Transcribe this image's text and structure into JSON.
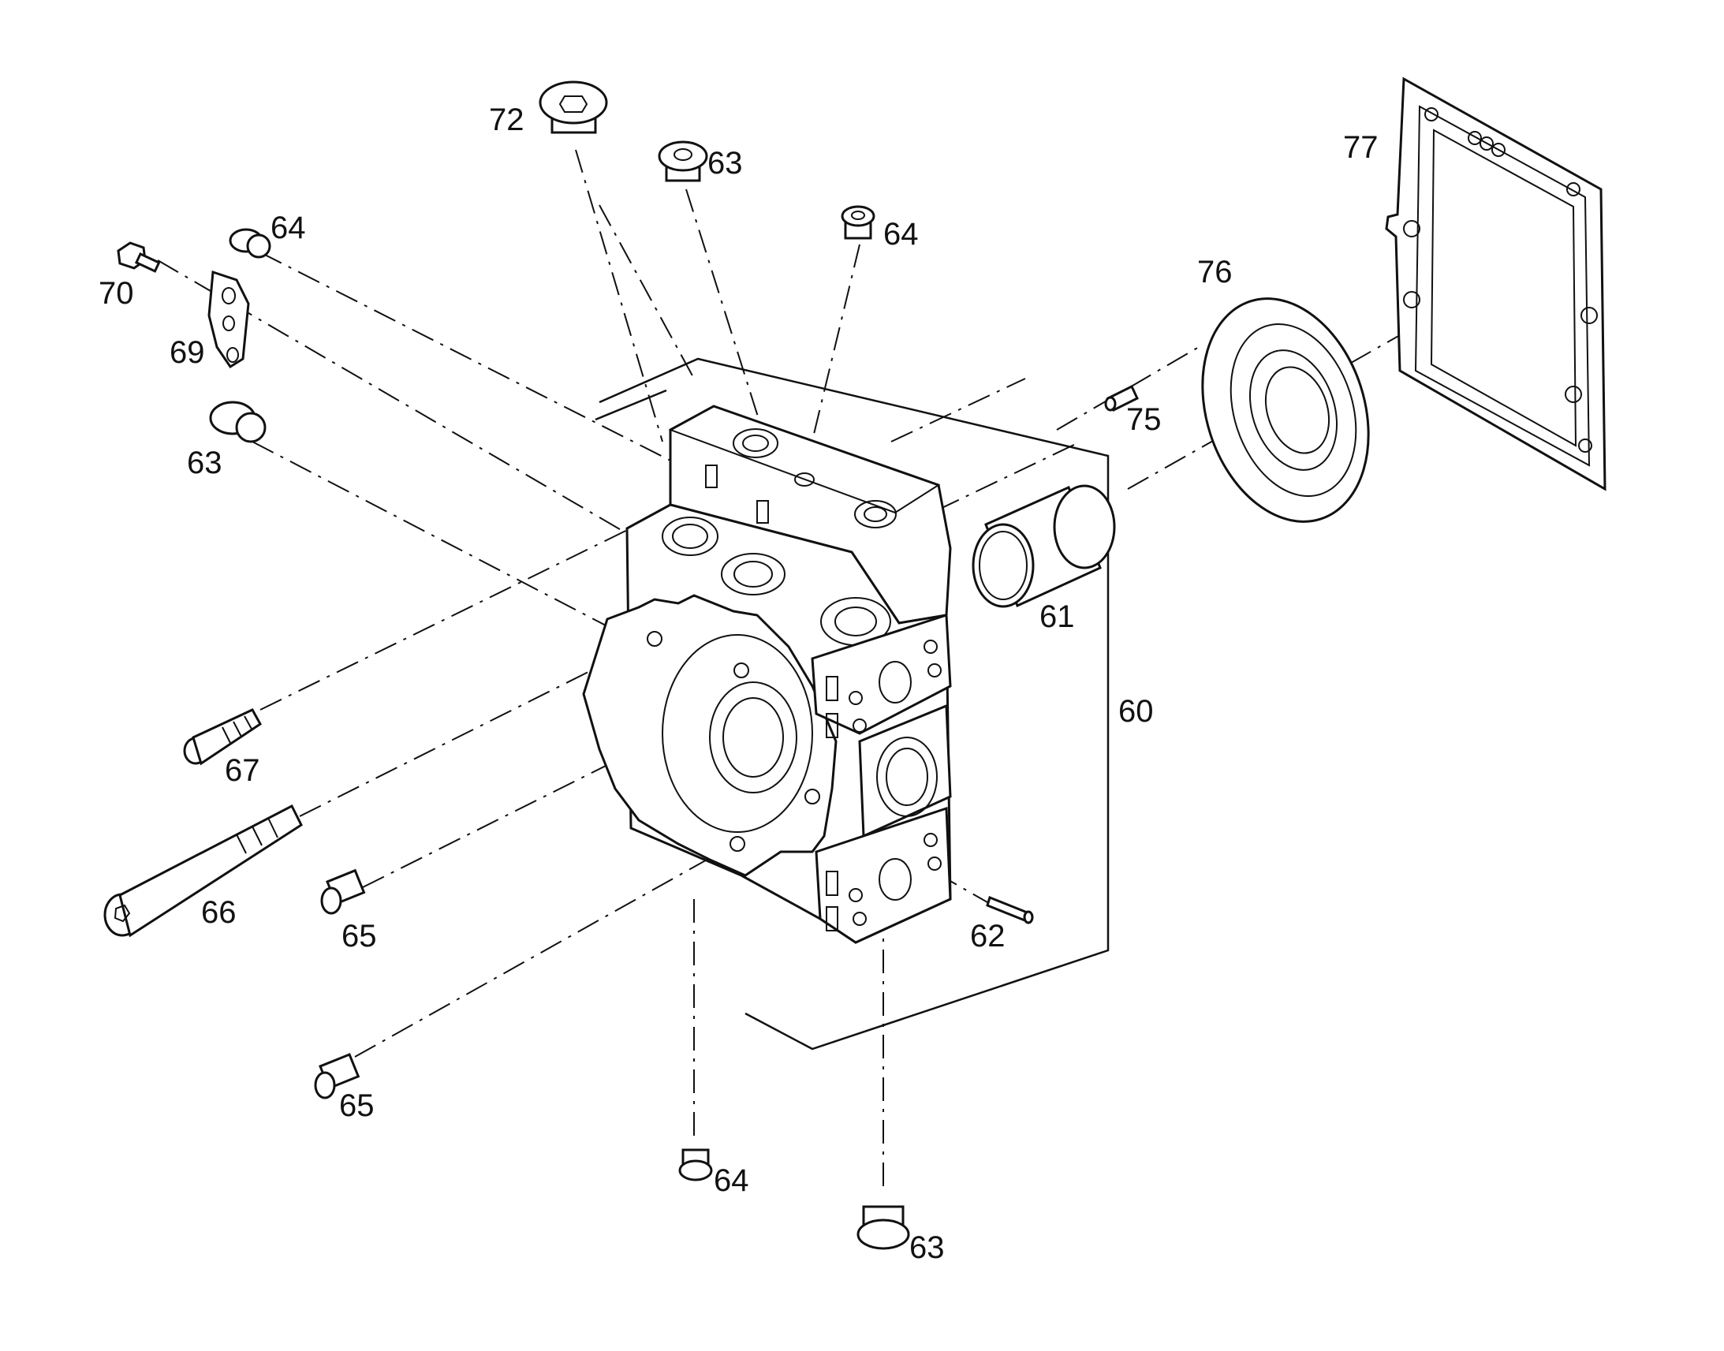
{
  "labels": {
    "p60": "60",
    "p61": "61",
    "p62": "62",
    "p63_top": "63",
    "p63_left": "63",
    "p63_bottom": "63",
    "p64_left": "64",
    "p64_top": "64",
    "p64_bottom": "64",
    "p65_a": "65",
    "p65_b": "65",
    "p66": "66",
    "p67": "67",
    "p69": "69",
    "p70": "70",
    "p72": "72",
    "p75": "75",
    "p76": "76",
    "p77": "77"
  },
  "colors": {
    "line": "#111111",
    "background": "#ffffff"
  }
}
